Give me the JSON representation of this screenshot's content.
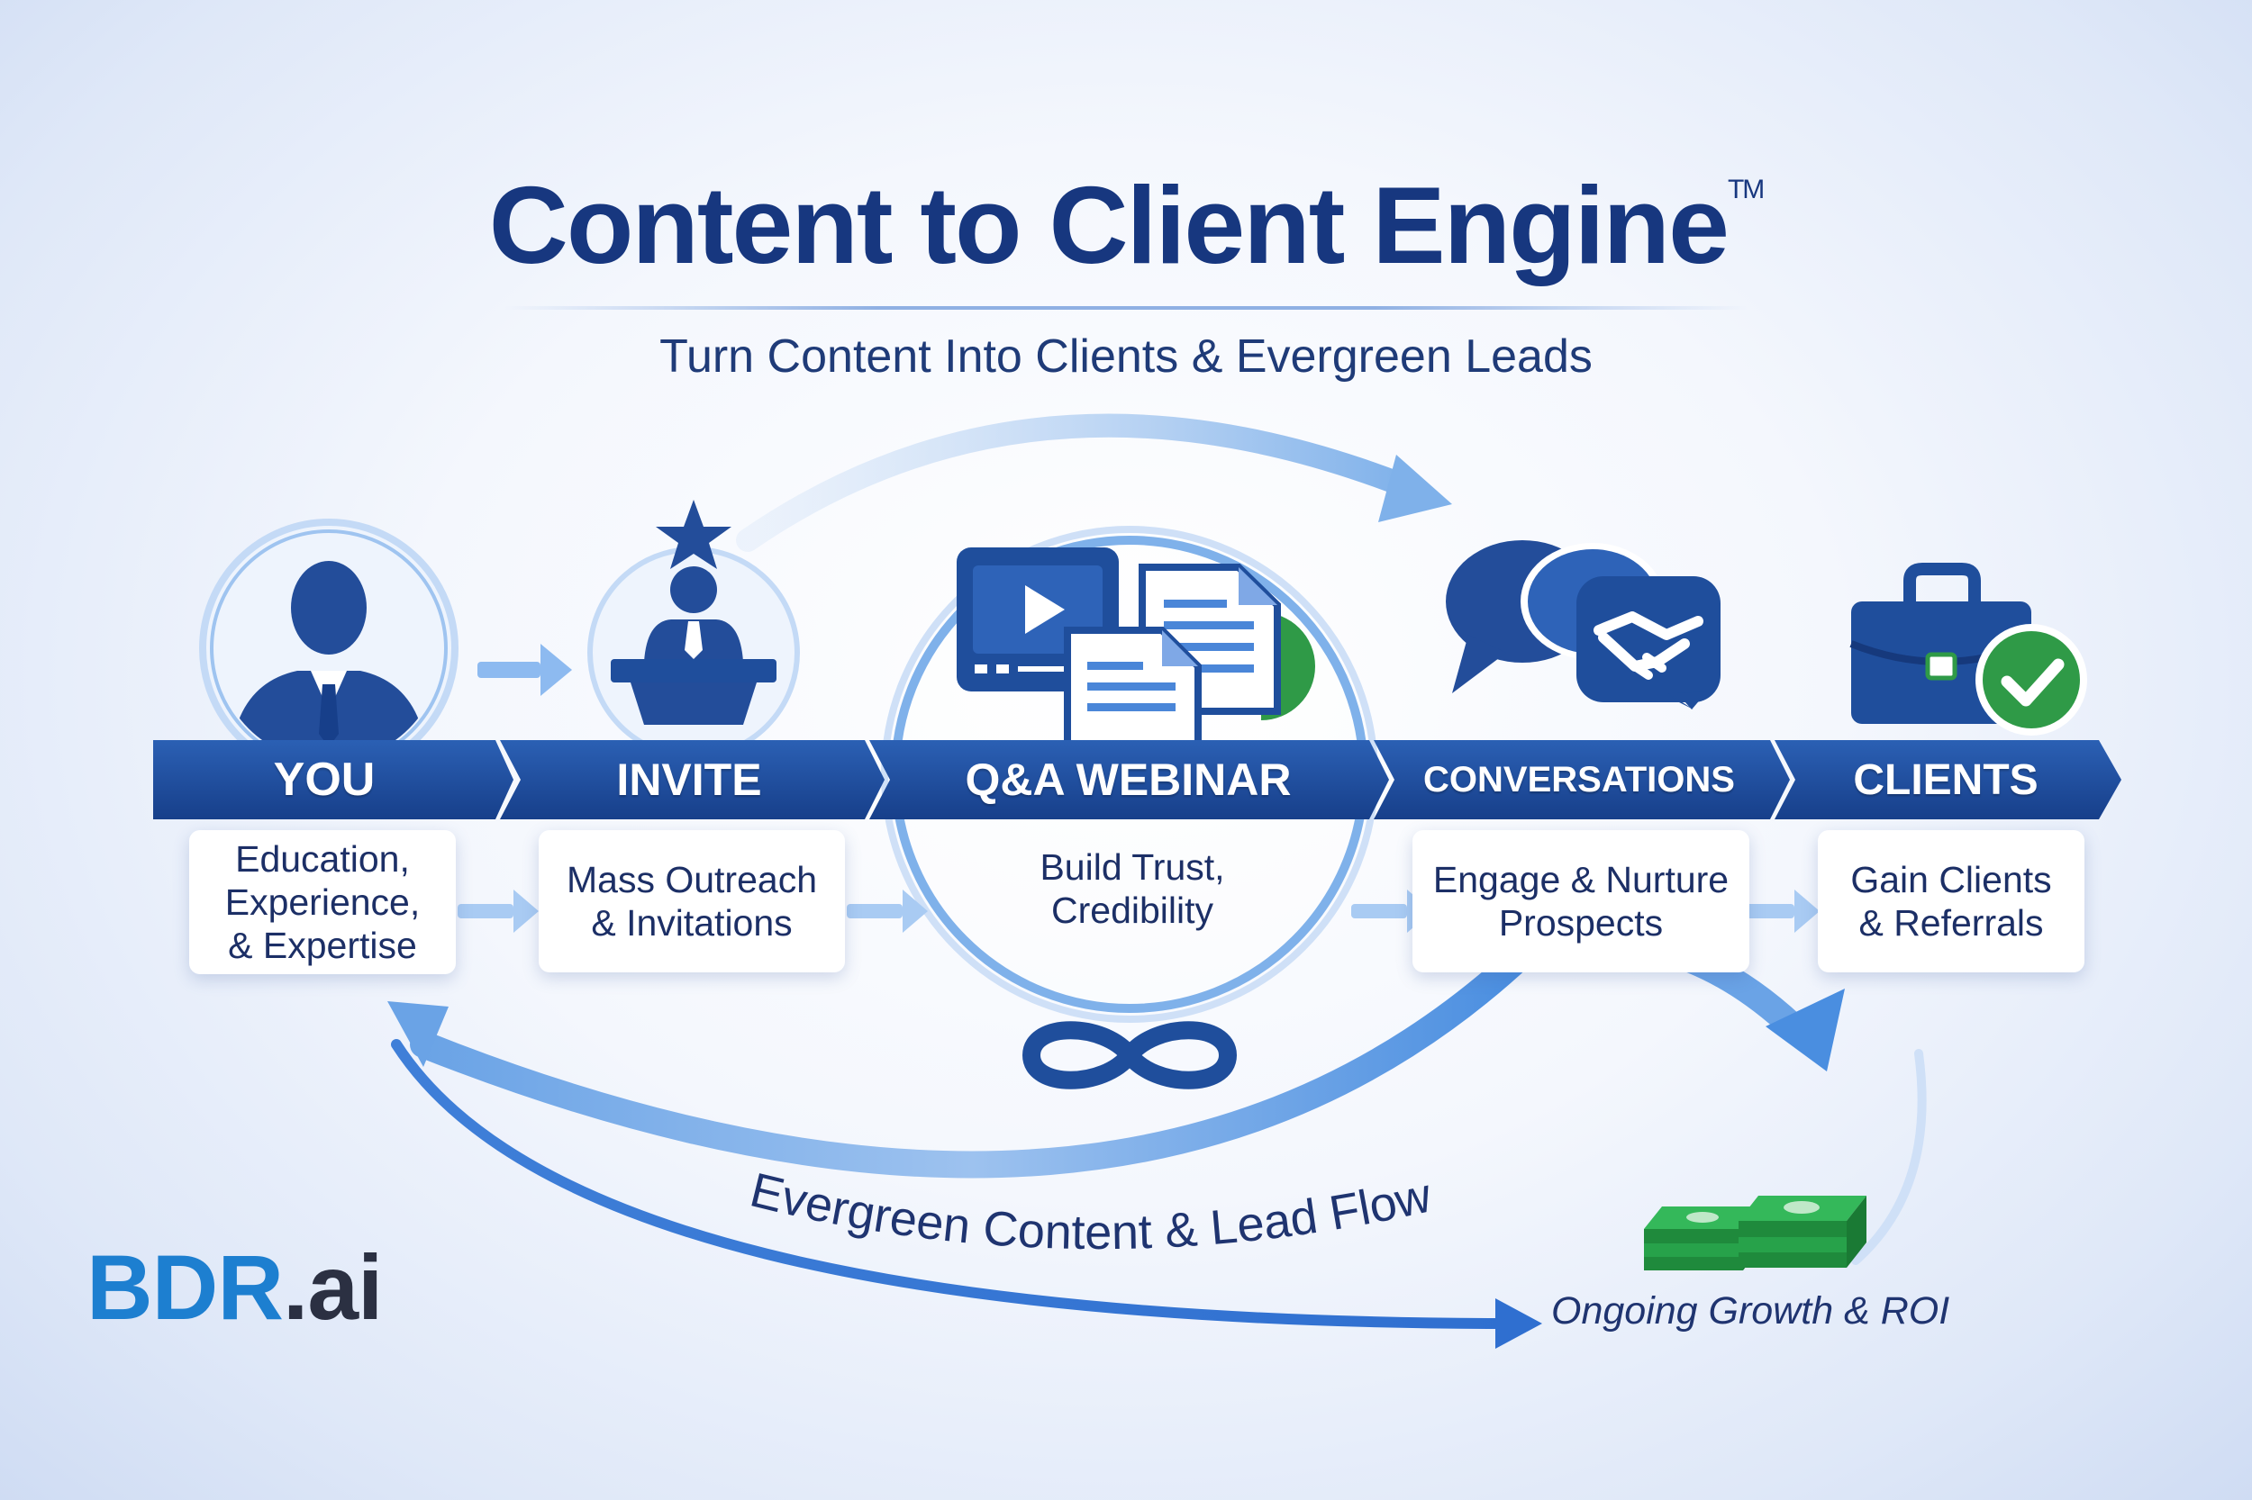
{
  "title": "Content to Client Engine",
  "trademark": "TM",
  "subtitle": "Turn Content Into Clients & Evergreen Leads",
  "stages": [
    {
      "label": "YOU",
      "lines": [
        "Education,",
        "Experience,",
        "& Expertise"
      ],
      "icon": "person-icon"
    },
    {
      "label": "INVITE",
      "lines": [
        "Mass Outreach",
        "& Invitations"
      ],
      "icon": "speaker-podium-icon"
    },
    {
      "label": "Q&A WEBINAR",
      "lines": [
        "Build Trust,",
        "Credibility"
      ],
      "icon": "video-documents-icon"
    },
    {
      "label": "CONVERSATIONS",
      "lines": [
        "Engage & Nurture",
        "Prospects"
      ],
      "icon": "chat-handshake-icon"
    },
    {
      "label": "CLIENTS",
      "lines": [
        "Gain Clients",
        "& Referrals"
      ],
      "icon": "briefcase-check-icon"
    }
  ],
  "loop_label": "Evergreen Content & Lead Flow",
  "roi_label": "Ongoing Growth & ROI",
  "logo": {
    "main": "BDR",
    "suffix": ".ai"
  },
  "colors": {
    "navy": "#17377f",
    "banner": "#1f4e9c",
    "light_blue": "#7fb1ea",
    "green": "#2f9a47",
    "logo_blue": "#1d7fd0"
  },
  "icons": [
    "infinity-icon",
    "money-stack-icon"
  ]
}
